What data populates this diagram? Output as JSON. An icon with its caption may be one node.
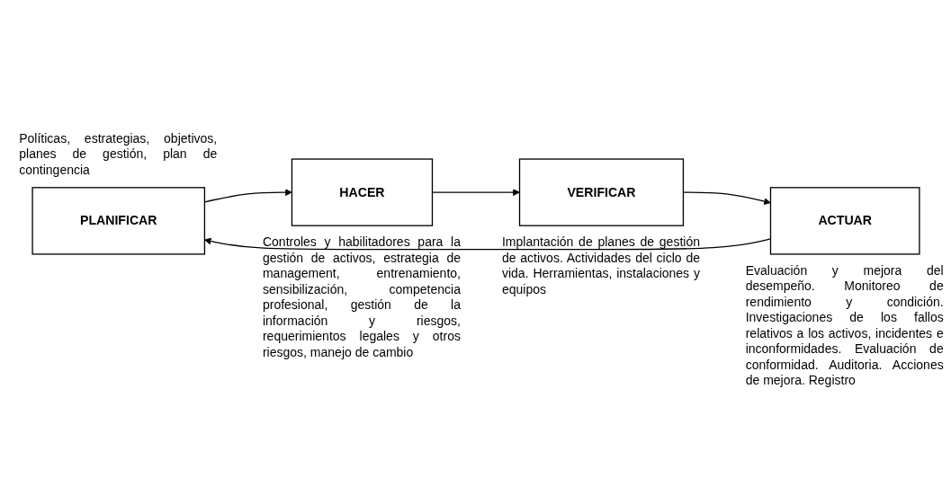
{
  "diagram": {
    "nodes": [
      {
        "text": [
          "PLANIFICAR"
        ],
        "beside": [
          "Políticas, estrategias, objetivos, planes de gestión, plan de contingencia"
        ]
      },
      {
        "text": [
          "ACTUAR"
        ],
        "beside": [
          "Evaluación y mejora del desempeño. Monitoreo de rendimiento y condición. Investigaciones de los fallos relativos a los activos, incidentes e inconformidades. Evaluación de conformidad. Auditoria. Acciones de mejora. Registro"
        ]
      },
      {
        "text": [
          "HACER"
        ],
        "beside": [
          "Controles y habilitadores para la gestión de activos, estrategia de management, entrenamiento, sensibilización, competencia profesional, gestión de la información y riesgos, requerimientos legales y otros riesgos, manejo de cambio"
        ]
      },
      {
        "text": [
          "VERIFICAR"
        ],
        "beside": [
          "Implantación de planes de gestión de activos. Actividades del ciclo de vida. Herramientas, instalaciones y equipos"
        ]
      }
    ],
    "edges": [
      {
        "from": 1,
        "to": 0,
        "arrow": "to"
      },
      {
        "from": 0,
        "to": 2,
        "arrow": "to"
      },
      {
        "from": 2,
        "to": 3,
        "arrow": "to"
      },
      {
        "from": 3,
        "to": 1,
        "arrow": "to"
      }
    ]
  }
}
